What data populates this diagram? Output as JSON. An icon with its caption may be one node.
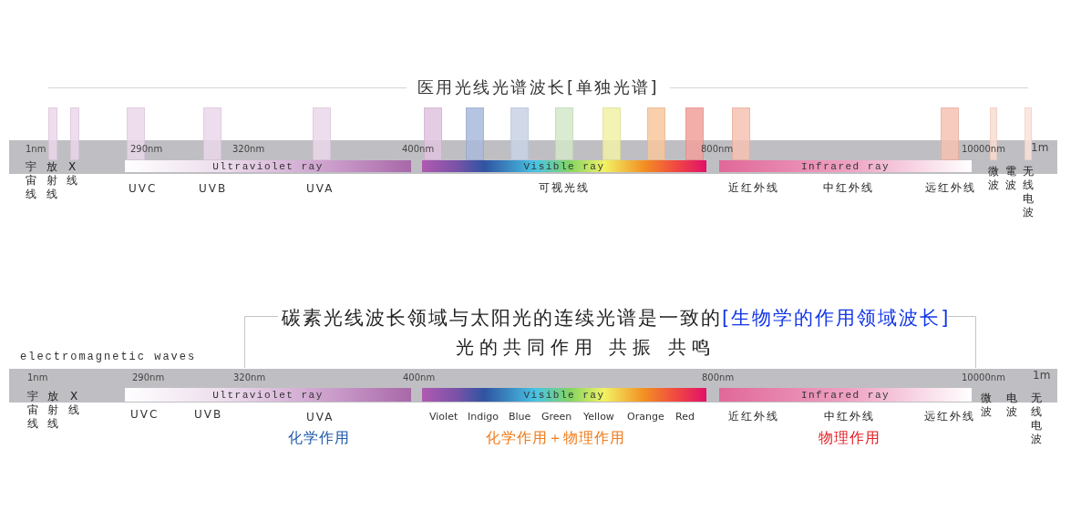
{
  "diagram": {
    "title": "医用光线光谱波长[单独光谱]",
    "nodes": [
      {
        "text": [
          "Ultraviolet ray"
        ]
      },
      {
        "text": [
          "Visible ray"
        ]
      },
      {
        "text": [
          "Infrared ray"
        ]
      },
      {
        "text": [
          "Ultraviolet ray"
        ]
      },
      {
        "text": [
          "Visible ray"
        ]
      },
      {
        "text": [
          "Infrared ray"
        ]
      }
    ],
    "labels": [
      "1nm",
      "290nm",
      "320nm",
      "400nm",
      "800nm",
      "10000nm",
      "1m",
      "宇宙线",
      "放射线",
      "X线",
      "UVC",
      "UVB",
      "UVA",
      "可视光线",
      "近红外线",
      "中红外线",
      "远红外线",
      "微波",
      "電波",
      "无线电波",
      "碳素光线波长领域与太阳光的连续光谱是一致的",
      "[生物学的作用领域波长]",
      "光的共同作用 共振 共鸣",
      "electromagnetic waves",
      "1nm",
      "290nm",
      "320nm",
      "400nm",
      "800nm",
      "10000nm",
      "1m",
      "宇宙线",
      "放射线",
      "X线",
      "UVC",
      "UVB",
      "UVA",
      "Violet",
      "Indigo",
      "Blue",
      "Green",
      "Yellow",
      "Orange",
      "Red",
      "近红外线",
      "中红外线",
      "远红外线",
      "微波",
      "电波",
      "无线电波",
      "化学作用",
      "化学作用＋物理作用",
      "物理作用"
    ]
  }
}
